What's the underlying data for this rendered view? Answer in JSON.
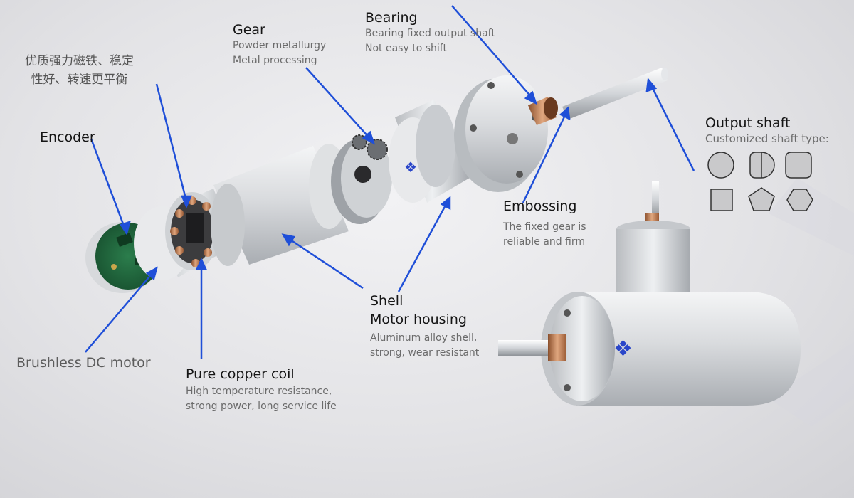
{
  "labels": {
    "gear": {
      "title": "Gear",
      "line1": "Powder metallurgy",
      "line2": "Metal processing"
    },
    "bearing": {
      "title": "Bearing",
      "line1": "Bearing fixed output shaft",
      "line2": "Not easy to shift"
    },
    "chinese": {
      "line1": "优质强力磁铁、稳定",
      "line2": "性好、转速更平衡"
    },
    "encoder": {
      "title": "Encoder"
    },
    "output_shaft": {
      "title": "Output shaft",
      "subtitle": "Customized shaft type:"
    },
    "embossing": {
      "title": "Embossing",
      "line1": "The fixed gear is",
      "line2": "reliable and firm"
    },
    "shell": {
      "title1": "Shell",
      "title2": "Motor housing",
      "line1": "Aluminum alloy shell,",
      "line2": "strong, wear resistant"
    },
    "brushless": {
      "title": "Brushless DC motor"
    },
    "coil": {
      "title": "Pure copper coil",
      "line1": "High temperature resistance,",
      "line2": "strong power, long service life"
    }
  },
  "shaft_shapes": [
    "circle-icon",
    "d-cut-icon",
    "double-flat-icon",
    "square-icon",
    "pentagon-icon",
    "hexagon-icon"
  ],
  "colors": {
    "arrow": "#1f4fd8",
    "aluminum": "#d7d9dc",
    "copper": "#c07a4f",
    "pcb": "#1f6b3e"
  }
}
